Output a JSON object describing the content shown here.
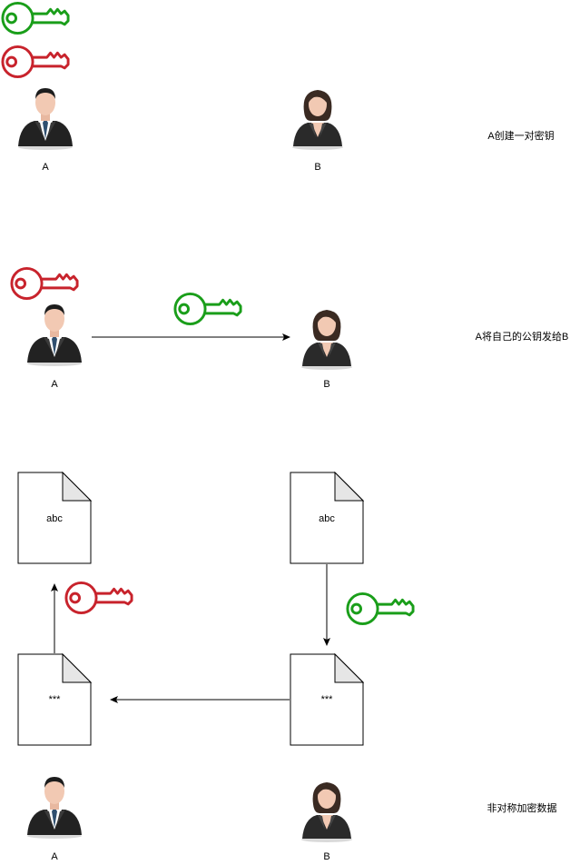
{
  "scene1": {
    "person_a_label": "A",
    "person_b_label": "B",
    "caption": "A创建一对密钥"
  },
  "scene2": {
    "person_a_label": "A",
    "person_b_label": "B",
    "caption": "A将自己的公钥发给B"
  },
  "scene3": {
    "doc_a_plain": "abc",
    "doc_b_plain": "abc",
    "doc_a_cipher": "***",
    "doc_b_cipher": "***",
    "person_a_label": "A",
    "person_b_label": "B",
    "caption": "非对称加密数据"
  },
  "colors": {
    "public_key": "#1a9e1a",
    "private_key": "#c8232c",
    "arrow": "#000000",
    "document_fill": "#ffffff",
    "document_fold": "#e6e6e6"
  },
  "icons": {
    "public_key": "green-key-icon",
    "private_key": "red-key-icon",
    "male_user": "businessman-icon",
    "female_user": "businesswoman-icon",
    "document": "document-icon"
  }
}
